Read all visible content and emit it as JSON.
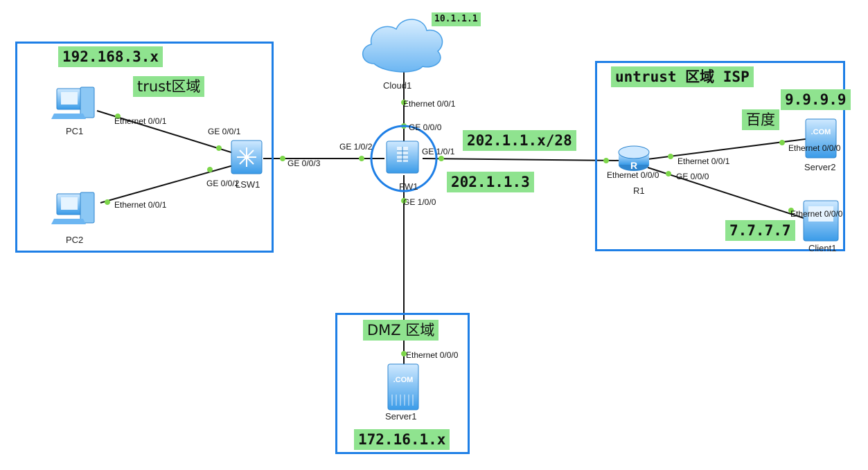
{
  "zones": {
    "trust": {
      "subnet": "192.168.3.x",
      "title": "trust区域"
    },
    "untrust": {
      "title": "untrust 区域 ISP",
      "baidu_ip": "9.9.9.9",
      "baidu_label": "百度",
      "client_ip": "7.7.7.7"
    },
    "dmz": {
      "title": "DMZ 区域",
      "subnet": "172.16.1.x"
    }
  },
  "cloud": {
    "ip": "10.1.1.1"
  },
  "links_text": {
    "wan_subnet": "202.1.1.x/28",
    "fw_wan_ip": "202.1.1.3"
  },
  "devices": {
    "pc1": "PC1",
    "pc2": "PC2",
    "lsw1": "LSW1",
    "fw1": "FW1",
    "cloud1": "Cloud1",
    "r1": "R1",
    "server1": "Server1",
    "server2": "Server2",
    "client1": "Client1"
  },
  "ports": {
    "pc1_eth": "Ethernet 0/0/1",
    "pc2_eth": "Ethernet 0/0/1",
    "lsw_ge1": "GE 0/0/1",
    "lsw_ge2": "GE 0/0/2",
    "lsw_ge3": "GE 0/0/3",
    "fw_ge102": "GE 1/0/2",
    "fw_ge000": "GE 0/0/0",
    "fw_ge101": "GE 1/0/1",
    "fw_ge100": "GE 1/0/0",
    "cloud_eth": "Ethernet 0/0/1",
    "r1_eth000": "Ethernet 0/0/0",
    "r1_eth001": "Ethernet 0/0/1",
    "r1_ge000": "GE 0/0/0",
    "server2_eth": "Ethernet 0/0/0",
    "client1_eth": "Ethernet 0/0/0",
    "server1_eth": "Ethernet 0/0/0"
  },
  "colors": {
    "zone_border": "#1e7fe6",
    "tag_bg": "#8fe38f",
    "port_dot": "#7dd64a",
    "link": "#111111"
  }
}
